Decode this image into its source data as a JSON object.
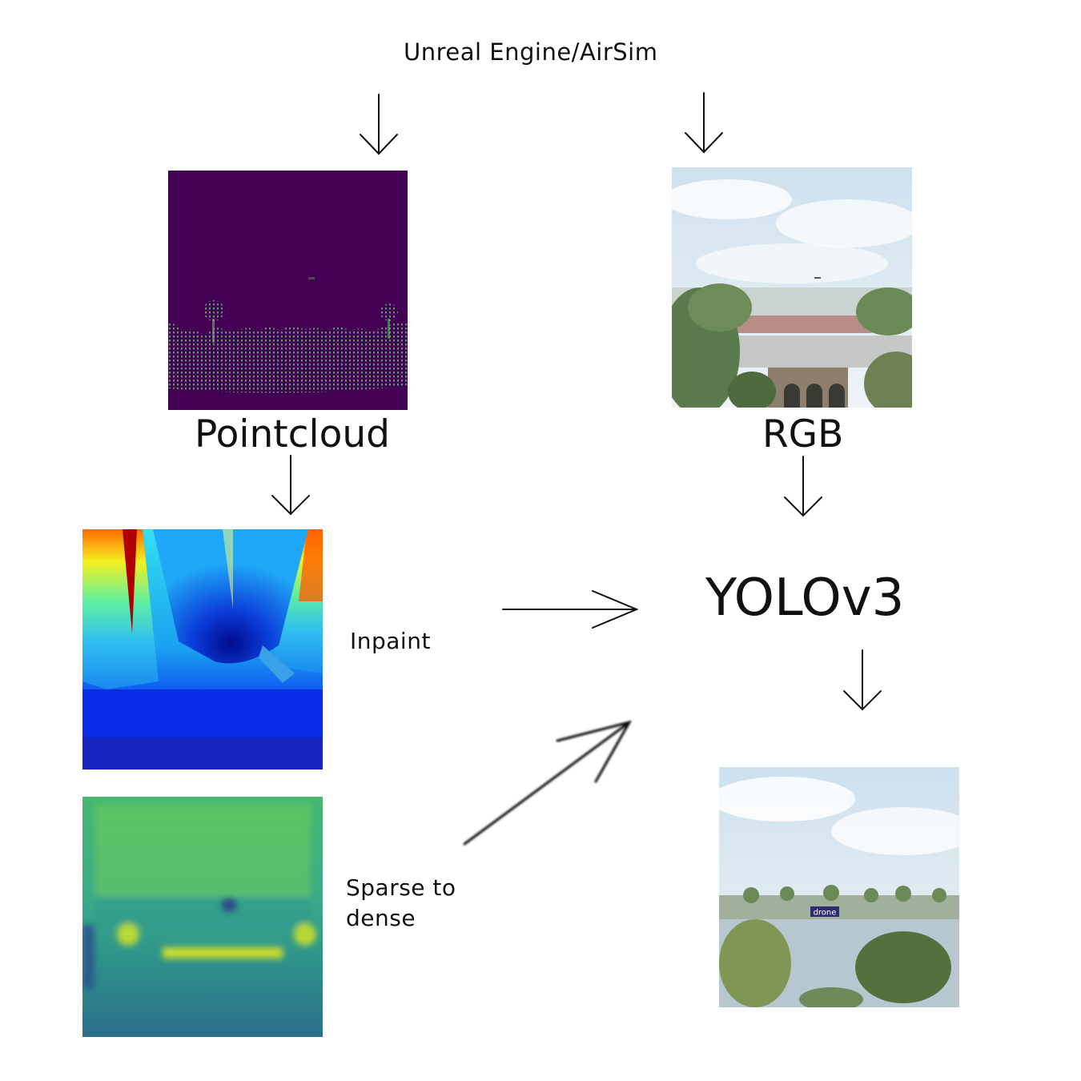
{
  "labels": {
    "source": "Unreal Engine/AirSim",
    "pointcloud": "Pointcloud",
    "rgb": "RGB",
    "yolo": "YOLOv3",
    "inpaint": "Inpaint",
    "sparse_to_dense": "Sparse to dense"
  },
  "detection": {
    "label": "drone"
  },
  "colors": {
    "pointcloud_bg": "#440154",
    "pointcloud_points": "#7ad151",
    "detection_box": "#2c2c6e",
    "arrow": "#111111"
  }
}
